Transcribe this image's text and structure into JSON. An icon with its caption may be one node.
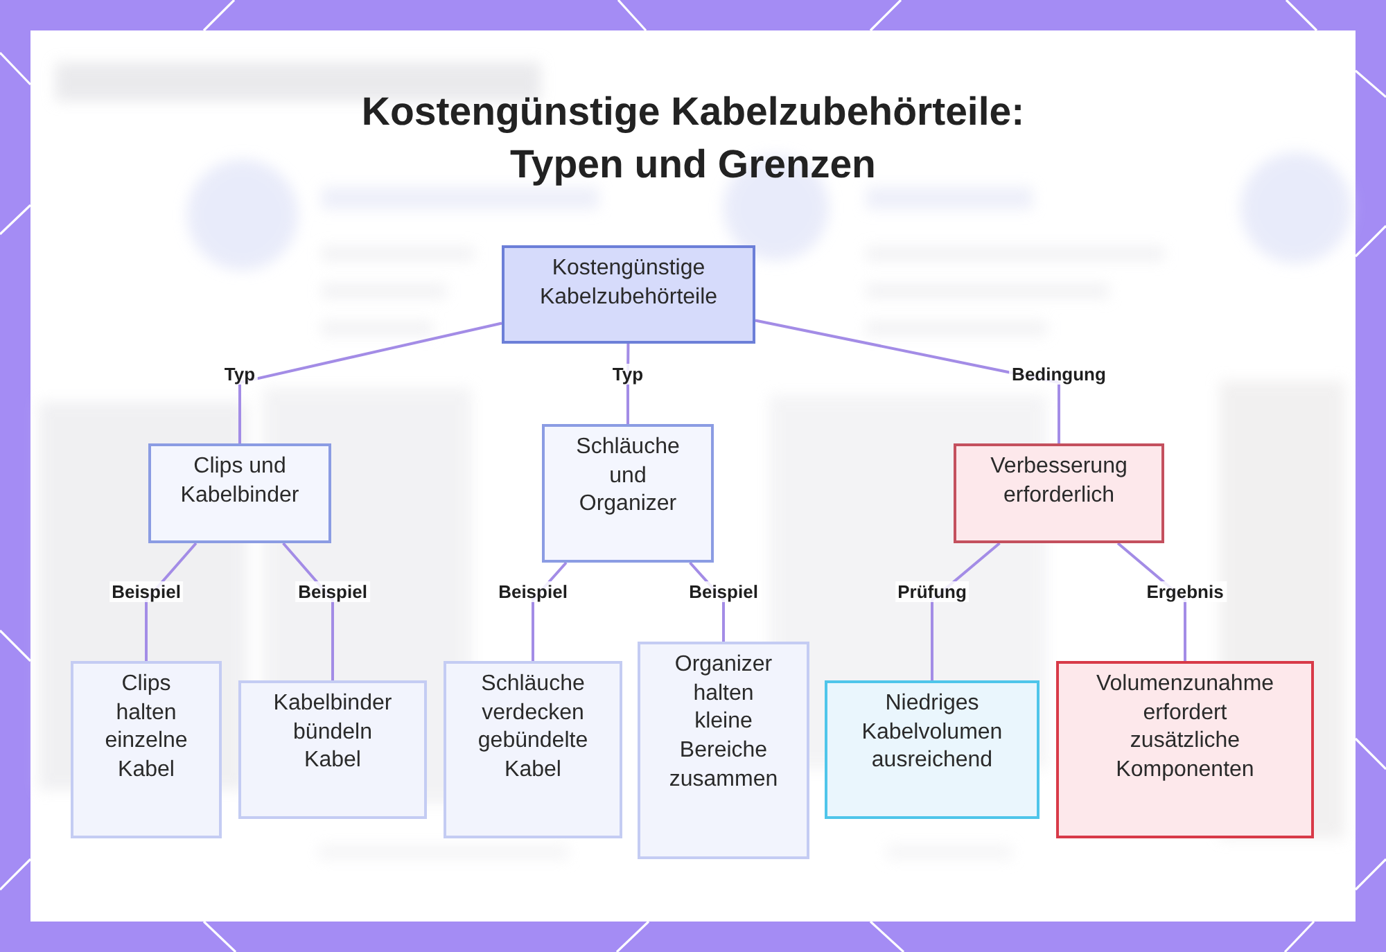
{
  "diagram": {
    "title": "Kostengünstige Kabelzubehörteile: Typen und Grenzen",
    "nodes": [
      {
        "text": [
          "Kostengünstige Kabelzubehörteile"
        ]
      },
      {
        "text": [
          "Clips und Kabelbinder"
        ]
      },
      {
        "text": [
          "Schläuche und Organizer"
        ]
      },
      {
        "text": [
          "Verbesserung erforderlich"
        ]
      },
      {
        "text": [
          "Clips halten einzelne Kabel"
        ]
      },
      {
        "text": [
          "Kabelbinder bündeln Kabel"
        ]
      },
      {
        "text": [
          "Schläuche verdecken gebündelte Kabel"
        ]
      },
      {
        "text": [
          "Organizer halten kleine Bereiche zusammen"
        ]
      },
      {
        "text": [
          "Niedriges Kabelvolumen ausreichend"
        ]
      },
      {
        "text": [
          "Volumenzunahme erfordert zusätzliche Komponenten"
        ]
      }
    ],
    "edges": [
      {
        "from": 0,
        "to": 1,
        "arrow": "none",
        "label": "Typ"
      },
      {
        "from": 0,
        "to": 2,
        "arrow": "none",
        "label": "Typ"
      },
      {
        "from": 0,
        "to": 3,
        "arrow": "none",
        "label": "Bedingung"
      },
      {
        "from": 1,
        "to": 4,
        "arrow": "none",
        "label": "Beispiel"
      },
      {
        "from": 1,
        "to": 5,
        "arrow": "none",
        "label": "Beispiel"
      },
      {
        "from": 2,
        "to": 6,
        "arrow": "none",
        "label": "Beispiel"
      },
      {
        "from": 2,
        "to": 7,
        "arrow": "none",
        "label": "Beispiel"
      },
      {
        "from": 3,
        "to": 8,
        "arrow": "none",
        "label": "Prüfung"
      },
      {
        "from": 3,
        "to": 9,
        "arrow": "none",
        "label": "Ergebnis"
      }
    ]
  }
}
